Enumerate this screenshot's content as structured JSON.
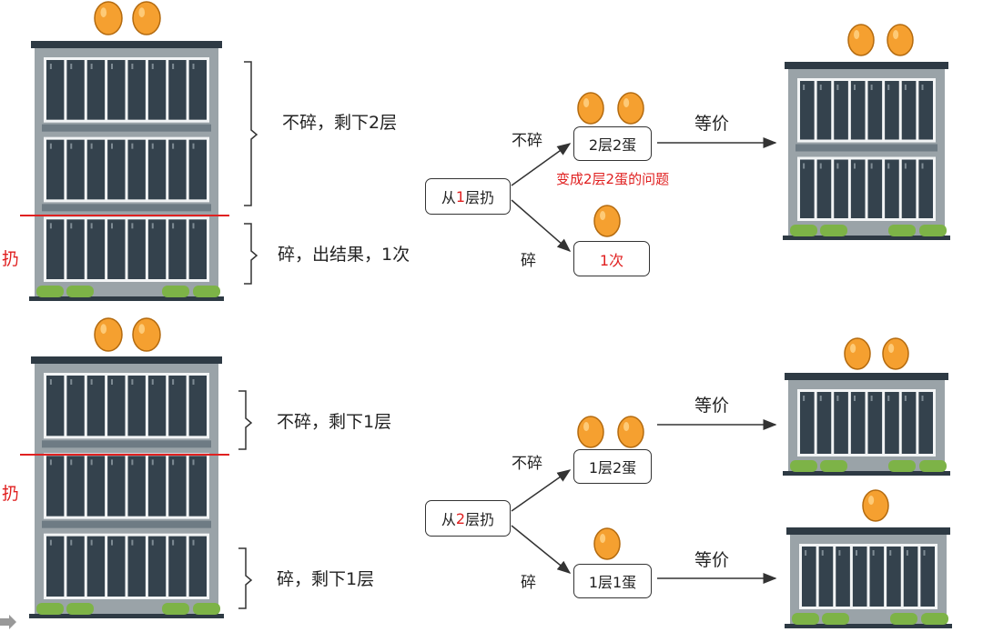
{
  "colors": {
    "egg": "#F5A030",
    "egg_stroke": "#B36A0F",
    "building_wall": "#9AA3A8",
    "building_roof": "#2E3A44",
    "window_frame": "#F2F4F5",
    "window_glass": "#34424D",
    "band": "#6E7B84",
    "bush": "#7DB347",
    "cut_line": "#E02020",
    "label_red": "#E02020"
  },
  "top_scenario": {
    "throw_marker": "扔",
    "outcome_upper": "不碎，剩下2层",
    "outcome_lower": "碎，出结果，1次",
    "start_box": {
      "prefix": "从",
      "floor": "1",
      "suffix": "层扔"
    },
    "branch_safe": "不碎",
    "branch_break": "碎",
    "safe_box": "2层2蛋",
    "break_box": "1次",
    "note": "变成2层2蛋的问题",
    "equiv": "等价"
  },
  "bottom_scenario": {
    "throw_marker": "扔",
    "outcome_upper": "不碎，剩下1层",
    "outcome_lower": "碎，剩下1层",
    "start_box": {
      "prefix": "从",
      "floor": "2",
      "suffix": "层扔"
    },
    "branch_safe": "不碎",
    "branch_break": "碎",
    "safe_box": "1层2蛋",
    "break_box": "1层1蛋",
    "equiv_upper": "等价",
    "equiv_lower": "等价"
  }
}
